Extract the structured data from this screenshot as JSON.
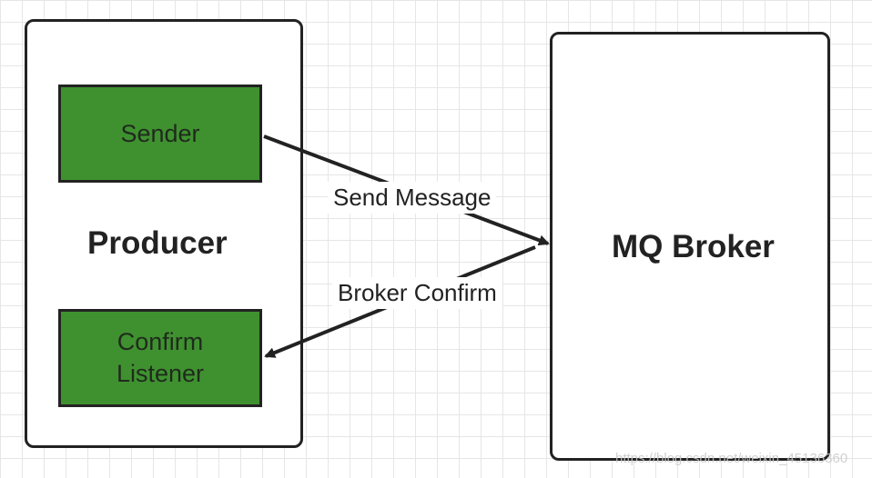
{
  "producer": {
    "title": "Producer",
    "sender_label": "Sender",
    "listener_label": "Confirm\nListener"
  },
  "broker": {
    "title": "MQ Broker"
  },
  "edges": {
    "send": "Send Message",
    "confirm": "Broker Confirm"
  },
  "watermark": "https://blog.csdn.net/weixin_45136360",
  "colors": {
    "component_fill": "#3f9130",
    "border": "#222222",
    "grid": "#e6e6e6"
  }
}
